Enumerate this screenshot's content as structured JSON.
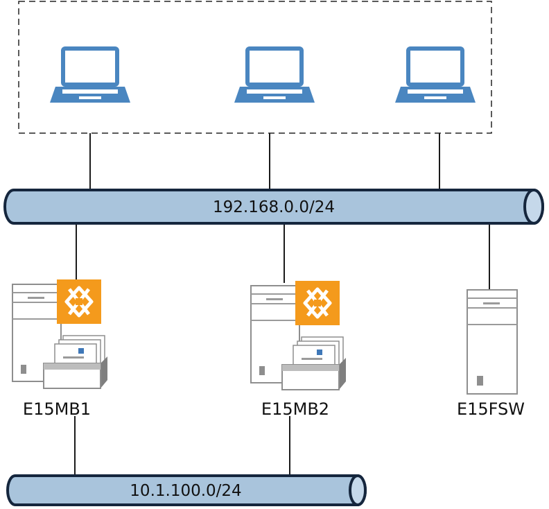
{
  "diagram": {
    "networks": {
      "lan": "192.168.0.0/24",
      "replication": "10.1.100.0/24"
    },
    "servers": {
      "mb1": "E15MB1",
      "mb2": "E15MB2",
      "fsw": "E15FSW"
    },
    "colors": {
      "pipe_fill": "#a9c4dc",
      "pipe_stroke": "#15263d",
      "laptop_blue": "#4a86c0",
      "exchange_orange": "#f49a1c",
      "server_gray": "#8e8e8e"
    }
  }
}
